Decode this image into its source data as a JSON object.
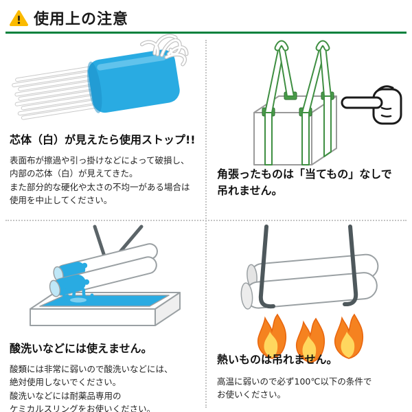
{
  "header": {
    "title": "使用上の注意",
    "icon": "warning-triangle-icon",
    "accent_color": "#00813c"
  },
  "panels": {
    "top_left": {
      "illustration": "damaged-blue-sling-with-exposed-white-core",
      "heading": "芯体（白）が見えたら使用ストップ!!",
      "body": "表面布が擦過や引っ掛けなどによって破損し、\n内部の芯体（白）が見えてきた。\nまた部分的な硬化や太さの不均一がある場合は\n使用を中止してください。"
    },
    "top_right": {
      "illustration": "angular-box-lifted-by-green-slings-with-pointing-hand",
      "heading": "角張ったものは「当てもの」なしで\n吊れません。"
    },
    "bottom_left": {
      "illustration": "pipes-dipped-in-acid-bath",
      "heading": "酸洗いなどには使えません。",
      "body": "酸類には非常に弱いので酸洗いなどには、\n絶対使用しないでください。\n酸洗いなどには耐薬品専用の\nケミカルスリングをお使いください。"
    },
    "bottom_right": {
      "illustration": "hot-pipes-lifted-over-flames",
      "heading": "熱いものは吊れません。",
      "body": "高温に弱いので必ず100℃以下の条件で\nお使いください。"
    }
  },
  "colors": {
    "accent_green": "#00813c",
    "sling_blue": "#29abe2",
    "strap_green": "#4a9b4a",
    "flame_orange": "#f58220",
    "flame_inner_yellow": "#ffd75e",
    "warning_yellow": "#fbba00"
  }
}
